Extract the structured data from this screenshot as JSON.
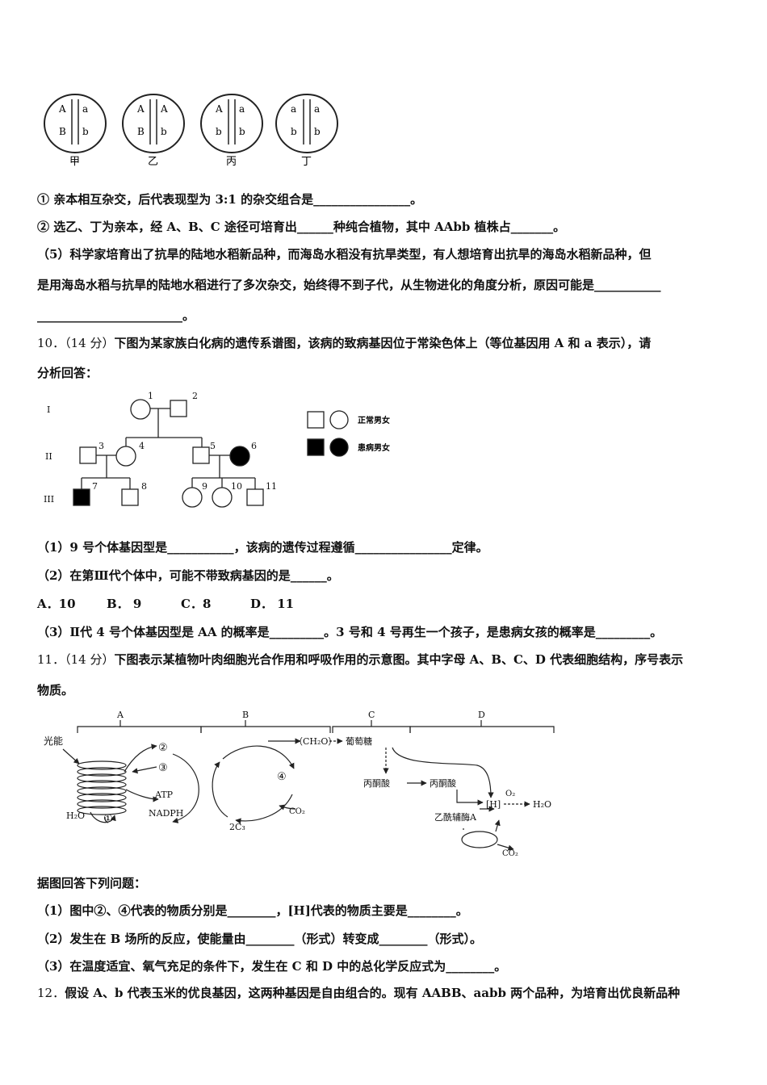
{
  "cells": {
    "captions": [
      "甲",
      "乙",
      "丙",
      "丁"
    ],
    "labels": [
      {
        "top": [
          "A",
          "a"
        ],
        "bottom": [
          "B",
          "b"
        ]
      },
      {
        "top": [
          "A",
          "A"
        ],
        "bottom": [
          "B",
          "b"
        ]
      },
      {
        "top": [
          "A",
          "a"
        ],
        "bottom": [
          "b",
          "b"
        ]
      },
      {
        "top": [
          "a",
          "a"
        ],
        "bottom": [
          "b",
          "b"
        ]
      }
    ]
  },
  "q9": {
    "line1": "① 亲本相互杂交，后代表现型为 3:1 的杂交组合是________________。",
    "line2": "② 选乙、丁为亲本，经 A、B、C 途径可培育出______种纯合植物，其中 AAbb 植株占_______。",
    "line3": "（5）科学家培育出了抗旱的陆地水稻新品种，而海岛水稻没有抗旱类型，有人想培育出抗旱的海岛水稻新品种，但",
    "line4": "是用海岛水稻与抗旱的陆地水稻进行了多次杂交，始终得不到子代，从生物进化的角度分析，原因可能是___________",
    "line5": "________________________。"
  },
  "q10": {
    "num": "10．（14 分）",
    "stem1": "下图为某家族白化病的遗传系谱图，该病的致病基因位于常染色体上（等位基因用 A 和 a 表示），请",
    "stem2": "分析回答：",
    "gen_labels": [
      "I",
      "II",
      "III"
    ],
    "individuals": [
      "1",
      "2",
      "3",
      "4",
      "5",
      "6",
      "7",
      "8",
      "9",
      "10",
      "11"
    ],
    "legend_normal": "正常男女",
    "legend_affected": "患病男女",
    "sub1": "（1）9 号个体基因型是___________，该病的遗传过程遵循________________定律。",
    "sub2": "（2）在第Ⅲ代个体中，可能不带致病基因的是______。",
    "options": [
      "A．10",
      "B．  9",
      "C．8",
      "D．  11"
    ],
    "sub3": "（3）Ⅱ代 4 号个体基因型是 AA 的概率是_________。3 号和 4 号再生一个孩子，是患病女孩的概率是_________。"
  },
  "q11": {
    "num": "11．（14 分）",
    "stem1": "下图表示某植物叶肉细胞光合作用和呼吸作用的示意图。其中字母 A、B、C、D 代表细胞结构，序号表示",
    "stem2": "物质。",
    "diagram": {
      "regions": [
        "A",
        "B",
        "C",
        "D"
      ],
      "light": "光能",
      "h2o_in": "H₂O",
      "n1": "①",
      "n2": "②",
      "n3": "③",
      "n4": "④",
      "atp": "ATP",
      "nadph": "NADPH",
      "c3": "2C₃",
      "co2_b": "CO₂",
      "ch2o": "（CH₂O）",
      "glucose": "葡萄糖",
      "pyruvate1": "丙酮酸",
      "pyruvate2": "丙酮酸",
      "h": "[H]",
      "o2": "O₂",
      "h2o_out": "H₂O",
      "acetyl": "乙酰辅酶A",
      "co2_d": "CO₂"
    },
    "prompt": "据图回答下列问题：",
    "sub1": "（1）图中②、④代表的物质分别是________，[H]代表的物质主要是________。",
    "sub2": "（2）发生在 B 场所的反应，使能量由________（形式）转变成________（形式）。",
    "sub3": "（3）在温度适宜、氧气充足的条件下，发生在 C 和 D 中的总化学反应式为________。"
  },
  "q12": {
    "num": "12．",
    "stem1": "假设 A、b 代表玉米的优良基因，这两种基因是自由组合的。现有 AABB、aabb 两个品种，为培育出优良新品种"
  }
}
